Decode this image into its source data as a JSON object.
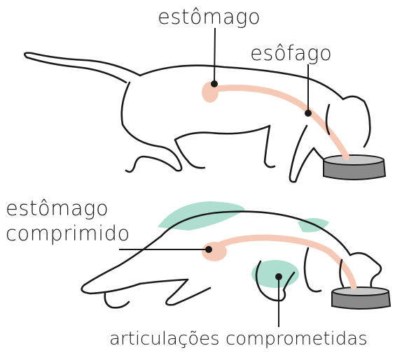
{
  "labels": {
    "stomach_top": "estômago",
    "esophagus": "esôfago",
    "stomach_bottom_line1": "estômago",
    "stomach_bottom_line2": "comprimido",
    "joints": "articulações comprometidas"
  },
  "colors": {
    "outline": "#1a1a1a",
    "organ": "#f6c9b6",
    "joint_highlight": "#9fd9c8",
    "bowl": "#8a8a8a",
    "bowl_rim": "#c9c9c9"
  }
}
